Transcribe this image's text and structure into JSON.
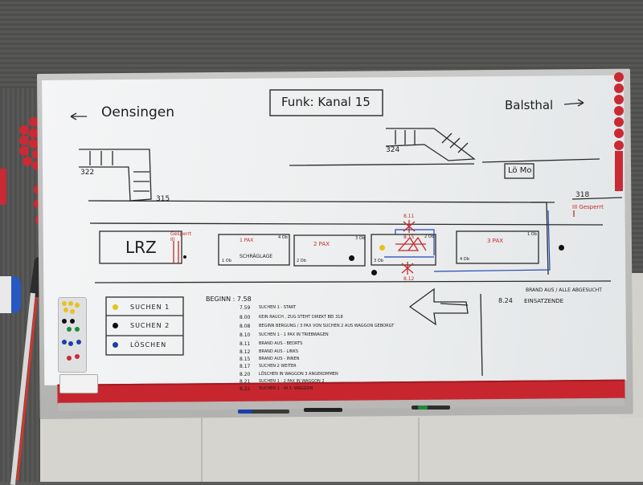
{
  "directions": {
    "left": "Oensingen",
    "right": "Balsthal"
  },
  "radio": "Funk: Kanal 15",
  "track_numbers": {
    "t322": "322",
    "t324": "324",
    "t315": "315",
    "t318": "318"
  },
  "track_318_status": "III Gesperrt",
  "lomo_label": "Lö Mo",
  "lrz": {
    "label": "LRZ",
    "status": "Gesperrt III"
  },
  "wagons": [
    {
      "top_left": "1 PAX",
      "top_right": "4 Ob",
      "bottom_left": "1 Ob",
      "bottom_mid": "SCHRÄGLAGE"
    },
    {
      "top_left": "2 PAX",
      "top_right": "3 Ob",
      "bottom_left": "2 Ob"
    },
    {
      "top_right": "2 Ob",
      "bottom_left": "3 Ob",
      "mid": "8.15"
    },
    {
      "top_left": "3 PAX",
      "top_right": "1 Ob",
      "bottom_left": "4 Ob"
    }
  ],
  "markers": {
    "m811": "8.11",
    "m812": "8.12"
  },
  "legend": [
    {
      "label": "SUCHEN 1",
      "color": "#e6c21c"
    },
    {
      "label": "SUCHEN 2",
      "color": "#111111"
    },
    {
      "label": "LÖSCHEN",
      "color": "#1b3fa8"
    }
  ],
  "log": {
    "start_label": "BEGINN : 7.58",
    "entries": [
      {
        "time": "7.59",
        "text": "SUCHEN 1 - START"
      },
      {
        "time": "8.00",
        "text": "KEIN RAUCH , ZUG STEHT DIREKT BEI 318"
      },
      {
        "time": "8.08",
        "text": "BEGINN BERGUNG / 3 PAX VON SUCHEN 2 AUS WAGGON GEBORGT"
      },
      {
        "time": "8.10",
        "text": "SUCHEN 1 - 1 PAX IN TRIEBWAGEN"
      },
      {
        "time": "8.11",
        "text": "BRAND AUS - BEDRTS"
      },
      {
        "time": "8.12",
        "text": "BRAND AUS - LINKS"
      },
      {
        "time": "8.15",
        "text": "BRAND AUS - INNEN"
      },
      {
        "time": "8.17",
        "text": "SUCHEN 2 WEITER"
      },
      {
        "time": "8.20",
        "text": "LÖSCHEN IN WAGGON 3 ANGEKOMMEN"
      },
      {
        "time": "8.21",
        "text": "SUCHEN 1 : 2 PAX IN WAGGON 2"
      },
      {
        "time": "8.22",
        "text": "SUCHEN 1 - IN 3. WAGGON"
      }
    ]
  },
  "right_note": {
    "header": "BRAND AUS / ALLE ABGESUCHT",
    "time": "8.24",
    "text": "EINSATZENDE"
  }
}
